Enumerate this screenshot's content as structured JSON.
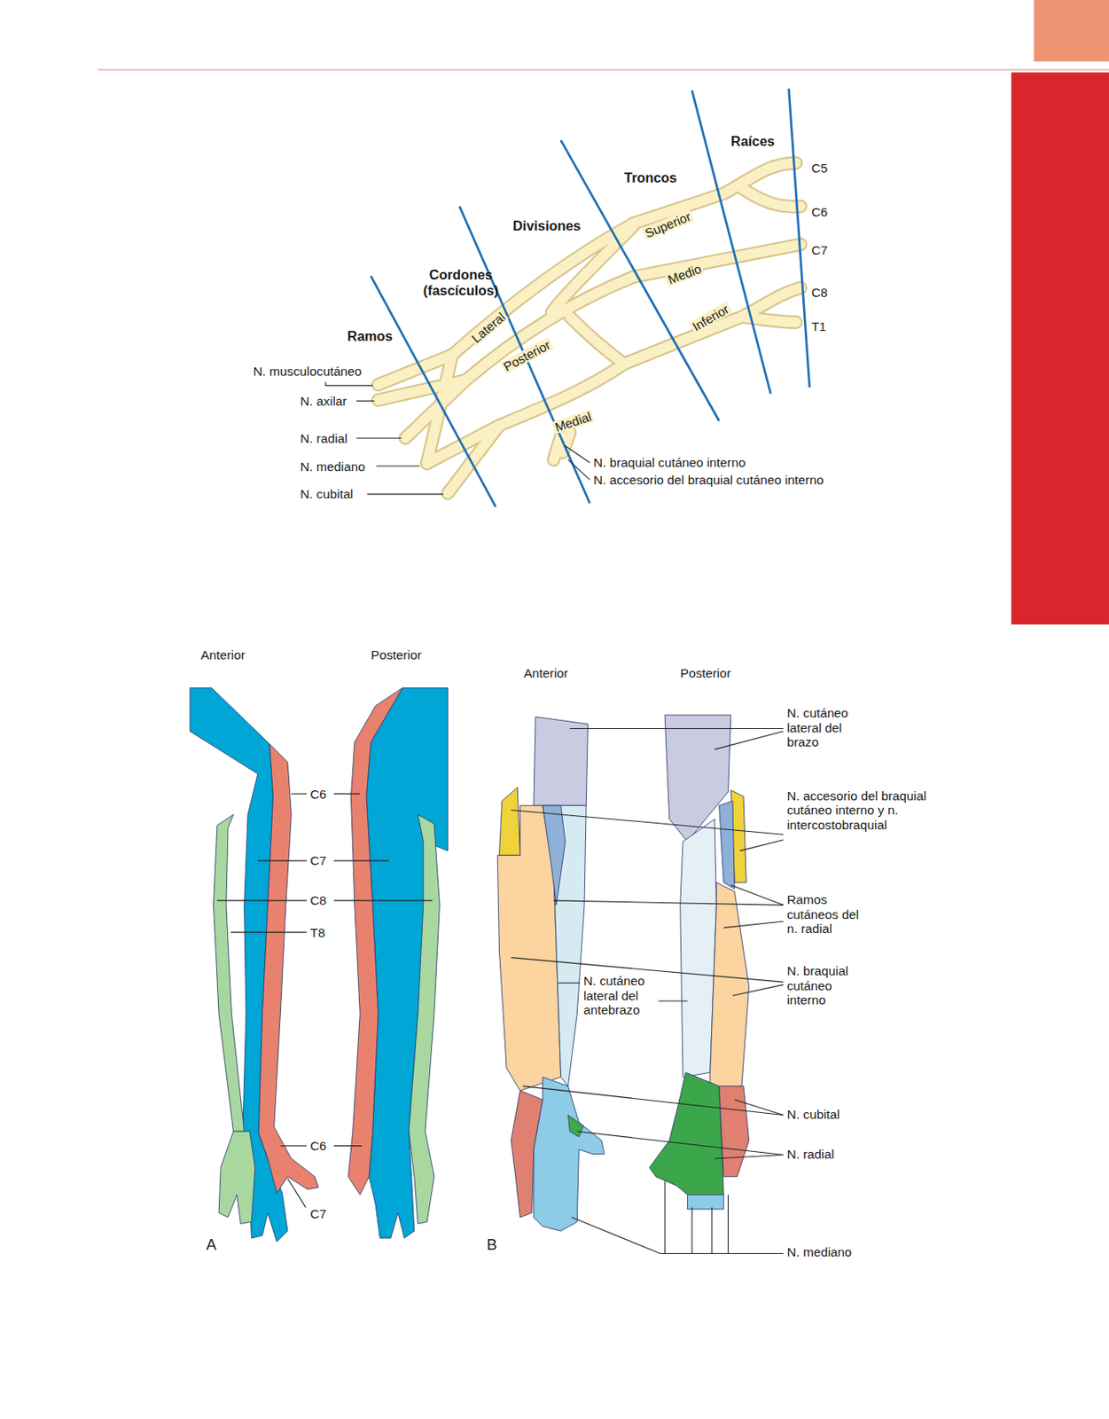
{
  "diagram": {
    "labels": [
      "Raíces",
      "C5",
      "C6",
      "C7",
      "C8",
      "T1",
      "Troncos",
      "Divisiones",
      "Cordones (fascículos)",
      "Ramos",
      "Superior",
      "Medio",
      "Inferior",
      "Lateral",
      "Posterior",
      "Medial",
      "N. musculocutáneo",
      "N. axilar",
      "N. radial",
      "N. mediano",
      "N. cubital",
      "N. braquial cutáneo interno",
      "N. accesorio del braquial cutáneo interno",
      "Anterior",
      "Posterior",
      "C6",
      "C7",
      "C8",
      "T8",
      "C6",
      "C7",
      "A",
      "Anterior",
      "Posterior",
      "N. cutáneo lateral del brazo",
      "N. accesorio del braquial cutáneo interno y n. intercostobraquial",
      "Ramos cutáneos del n. radial",
      "N. braquial cutáneo interno",
      "N. cutáneo lateral del antebrazo",
      "N. cubital",
      "N. radial",
      "N. mediano",
      "B"
    ]
  }
}
